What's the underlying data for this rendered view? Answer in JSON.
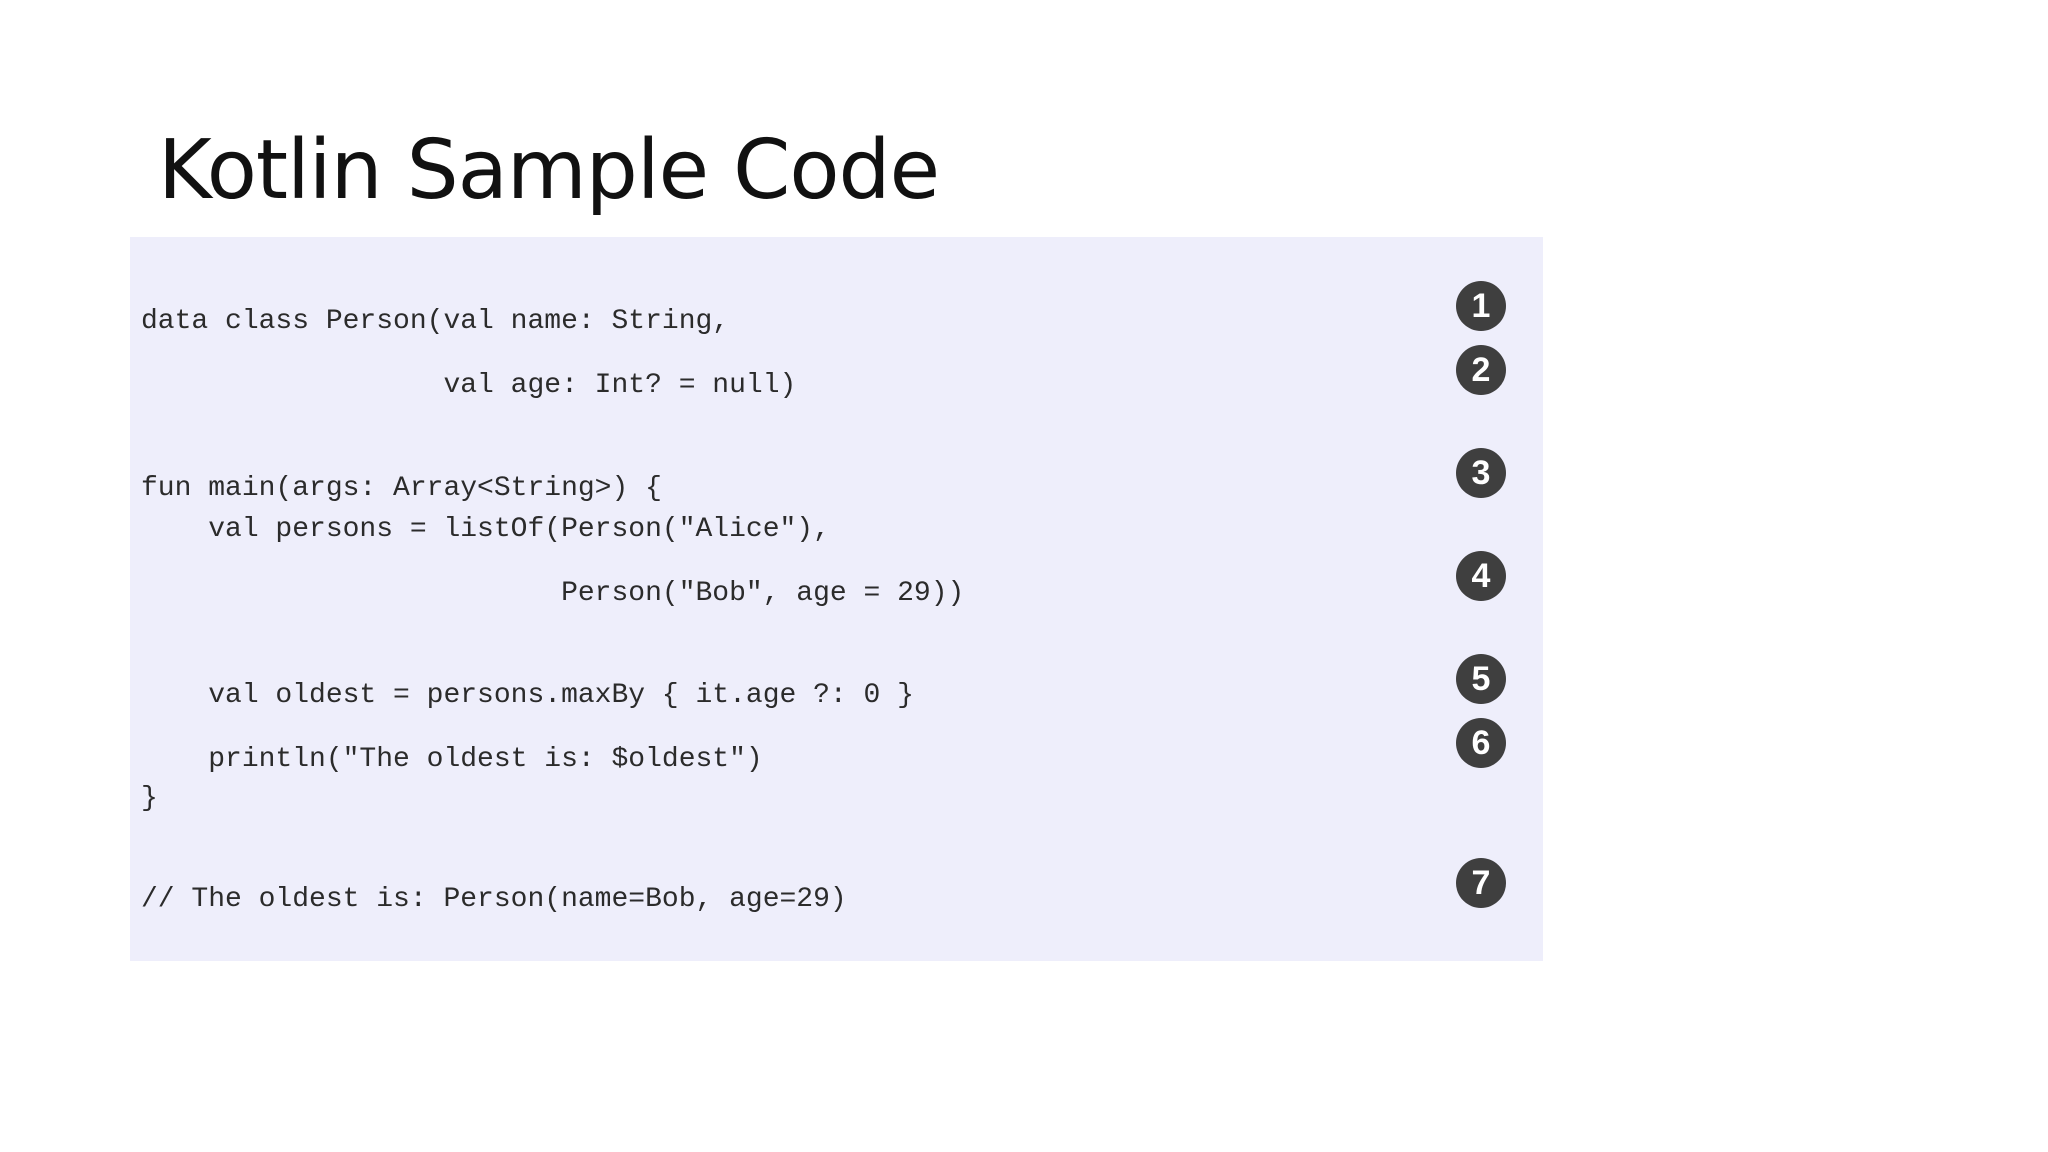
{
  "slide": {
    "title": "Kotlin Sample Code"
  },
  "code": {
    "lines": [
      "data class Person(val name: String,",
      "                  val age: Int? = null)",
      "fun main(args: Array<String>) {",
      "    val persons = listOf(Person(\"Alice\"),",
      "                         Person(\"Bob\", age = 29))",
      "    val oldest = persons.maxBy { it.age ?: 0 }",
      "    println(\"The oldest is: $oldest\")",
      "}",
      "// The oldest is: Person(name=Bob, age=29)"
    ],
    "markers": [
      "1",
      "2",
      "3",
      "4",
      "5",
      "6",
      "7"
    ]
  },
  "colors": {
    "panel_background": "#eeeefb",
    "marker_background": "#3f3f3f",
    "code_text": "#2b2b2b"
  }
}
